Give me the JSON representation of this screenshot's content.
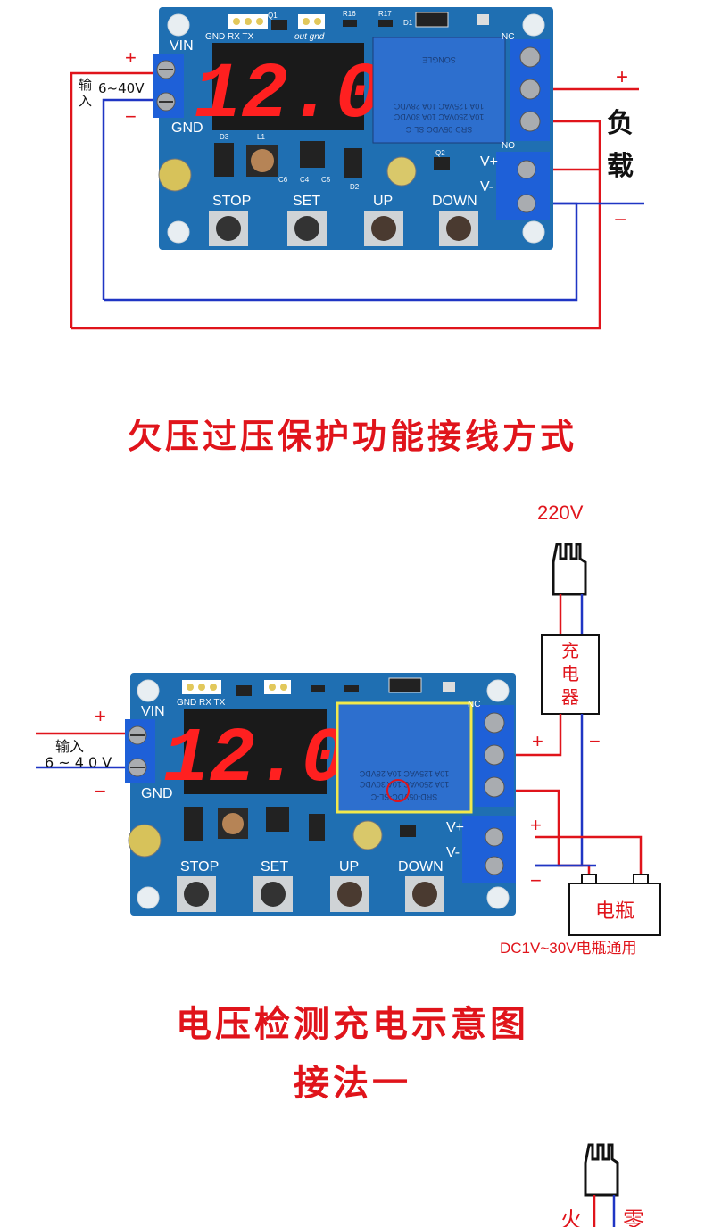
{
  "diagram1": {
    "board": {
      "header_labels": "GND RX TX",
      "q1": "Q1",
      "out_gnd": "out gnd",
      "r16": "R16",
      "r17": "R17",
      "d1": "D1",
      "vin": "VIN",
      "gnd": "GND",
      "display": "12.0",
      "nc": "NC",
      "no": "NO",
      "vplus": "V+",
      "vminus": "V-",
      "d3": "D3",
      "l1": "L1",
      "d2": "D2",
      "q2": "Q2",
      "c6": "C6",
      "c4": "C4",
      "c5": "C5",
      "buttons": [
        "STOP",
        "SET",
        "UP",
        "DOWN"
      ],
      "relay_lines": [
        "SRD-05VDC-SL-C",
        "10A 250VAC  10A 30VDC",
        "10A 125VAC  10A 28VDC",
        "SONGLE"
      ]
    },
    "input_plus": "+",
    "input_minus": "−",
    "input_label_1": "输",
    "input_label_2": "入",
    "input_range": "6~40V",
    "load_plus": "+",
    "load_minus": "−",
    "load_label_1": "负",
    "load_label_2": "载"
  },
  "title1": "欠压过压保护功能接线方式",
  "diagram2": {
    "voltage_220": "220V",
    "charger_chars": [
      "充",
      "电",
      "器"
    ],
    "input_plus": "+",
    "input_minus": "−",
    "input_label": "输入",
    "input_range": "6 ~ 4 0 V",
    "charger_plus": "+",
    "charger_minus": "−",
    "battery_plus": "+",
    "battery_minus": "−",
    "battery_label": "电瓶",
    "battery_note": "DC1V~30V电瓶通用"
  },
  "title2": "电压检测充电示意图",
  "title3": "接法一",
  "diagram3": {
    "left_char": "火",
    "right_char": "零"
  },
  "colors": {
    "red_wire": "#e0141b",
    "blue_wire": "#1f35c4",
    "pcb": "#1f6fb2",
    "segment": "#ff2020"
  }
}
